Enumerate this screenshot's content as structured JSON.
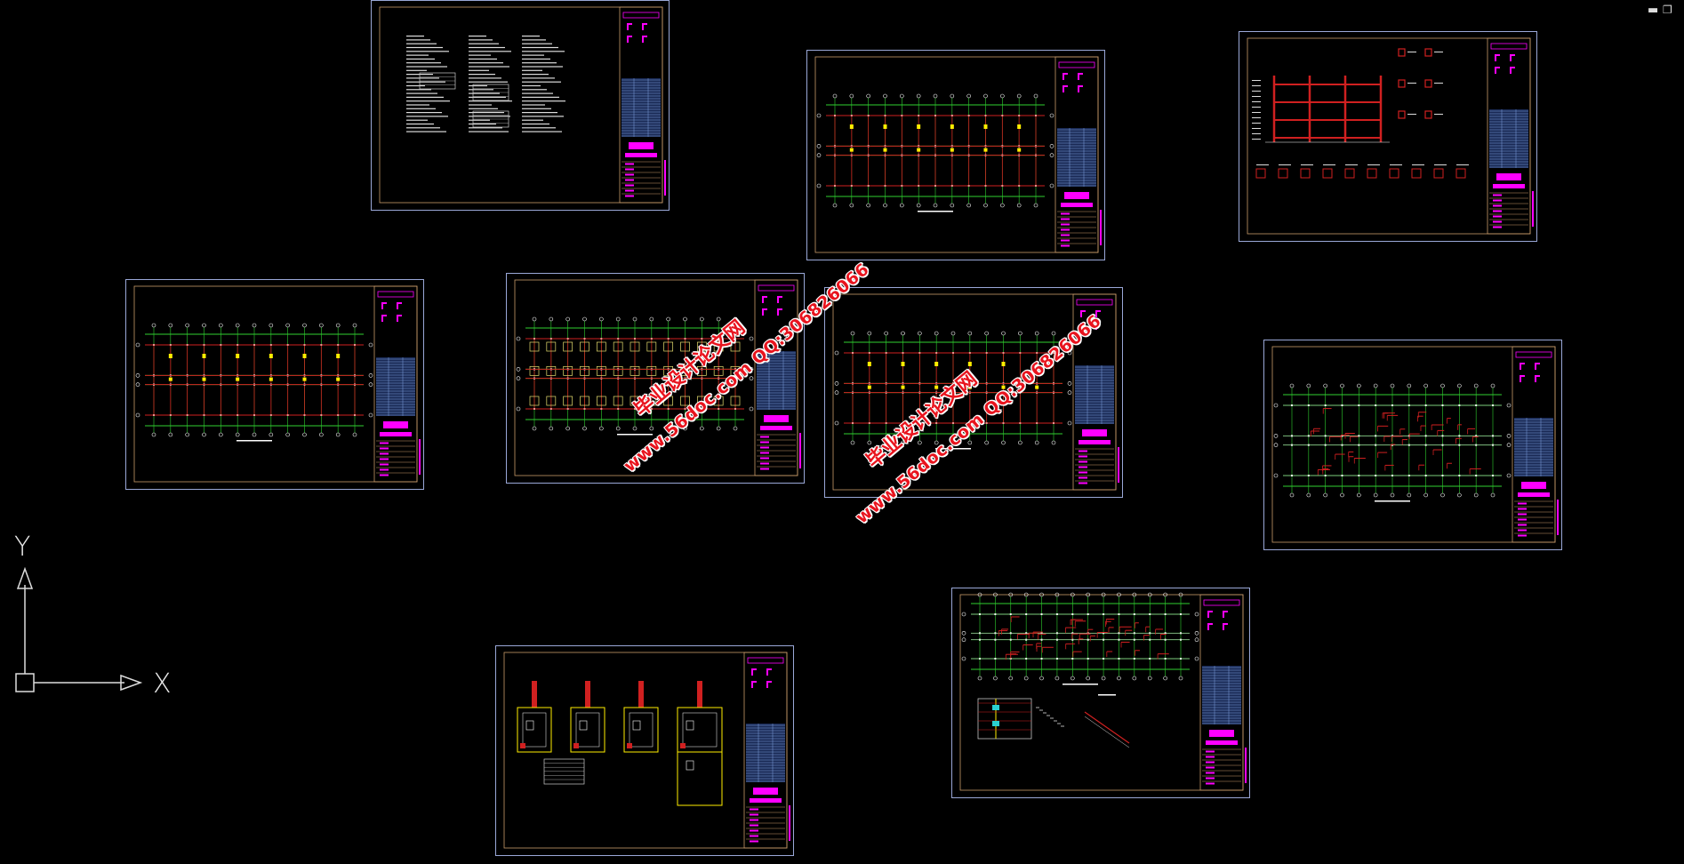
{
  "window_controls": {
    "minimize_icon": "minimize-icon",
    "restore_icon": "restore-icon",
    "close_icon": "close-icon"
  },
  "ucs": {
    "x_label": "X",
    "y_label": "Y"
  },
  "watermark": {
    "url": "www.56doc.com",
    "qq": "QQ:306826066",
    "site_name": "毕业设计论文网"
  },
  "colors": {
    "grid": "#2fd02f",
    "beam": "#d02020",
    "border_outer": "#9aa8d8",
    "border_inner": "#c89a6a",
    "titleblock": "#ff00ff",
    "table": "#7ea0e0",
    "highlight": "#ffee00"
  },
  "sheets": [
    {
      "kind": "notes"
    },
    {
      "kind": "plan"
    },
    {
      "kind": "elevation"
    },
    {
      "kind": "plan"
    },
    {
      "kind": "foundation-plan"
    },
    {
      "kind": "plan"
    },
    {
      "kind": "plan-red"
    },
    {
      "kind": "foundation-detail"
    },
    {
      "kind": "plan-stair"
    }
  ]
}
